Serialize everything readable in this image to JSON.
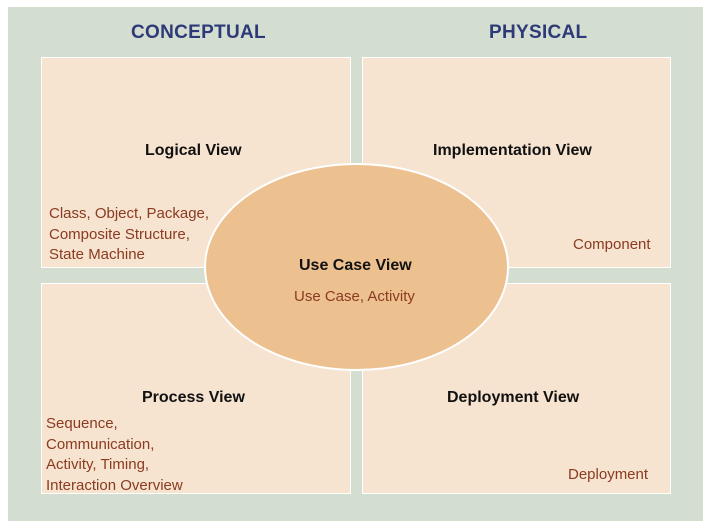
{
  "headings": {
    "conceptual": "CONCEPTUAL",
    "physical": "PHYSICAL"
  },
  "views": {
    "logical": {
      "title": "Logical View",
      "elements": [
        "Class, Object, Package,",
        "Composite Structure,",
        "State Machine"
      ]
    },
    "implementation": {
      "title": "Implementation View",
      "elements": [
        "Component"
      ]
    },
    "process": {
      "title": "Process View",
      "elements": [
        "Sequence,",
        "Communication,",
        "Activity, Timing,",
        "Interaction Overview"
      ]
    },
    "deployment": {
      "title": "Deployment View",
      "elements": [
        "Deployment"
      ]
    },
    "use_case": {
      "title": "Use Case View",
      "elements": [
        "Use Case, Activity"
      ]
    }
  },
  "colors": {
    "background": "#d3ddd0",
    "quadrant": "#f6e3d0",
    "ellipse": "#edc18f",
    "heading": "#2e3a78",
    "element_text": "#8a3b20",
    "title_text": "#111111"
  }
}
